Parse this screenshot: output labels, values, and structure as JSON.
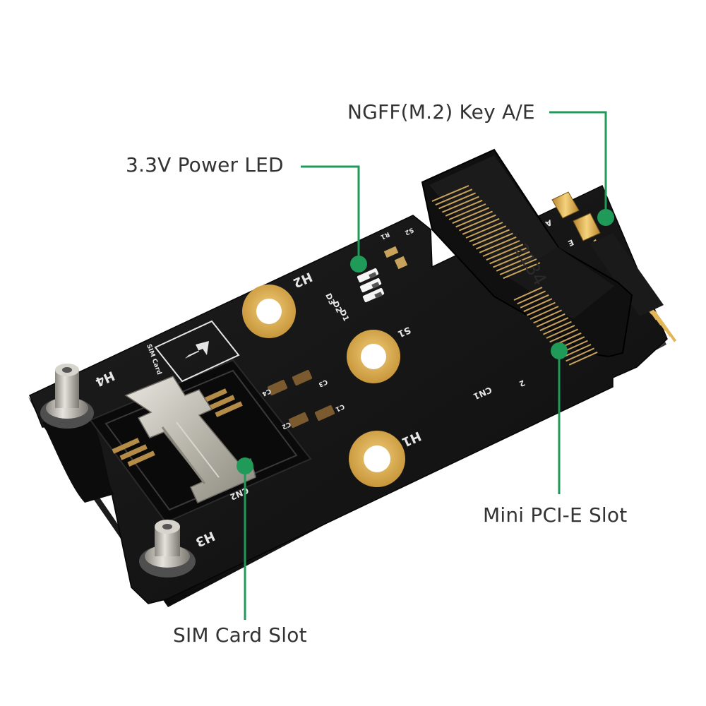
{
  "callouts": {
    "ngff_key": "NGFF(M.2) Key A/E",
    "power_led": "3.3V Power LED",
    "mini_pcie_slot": "Mini PCI-E Slot",
    "sim_card_slot": "SIM Card Slot"
  },
  "pcb_silkscreen": {
    "h1": "H1",
    "h2": "H2",
    "h3": "H3",
    "h4": "H4",
    "s1": "S1",
    "cn1": "CN1",
    "cn2": "CN2",
    "d1": "D1",
    "d2": "D2",
    "d3": "D3",
    "r1": "R1",
    "s2": "S2",
    "c1": "C1",
    "c2": "C2",
    "c3": "C3",
    "c4": "C4",
    "sim_card": "SIM Card",
    "key_a": "A",
    "key_e": "E",
    "cn1_pin2": "2",
    "connector_marking": "2134"
  },
  "colors": {
    "callout_line": "#1f9a58",
    "callout_text": "#333333",
    "pcb": "#141414",
    "gold": "#d8a94a",
    "silkscreen": "#e6e6e6"
  }
}
